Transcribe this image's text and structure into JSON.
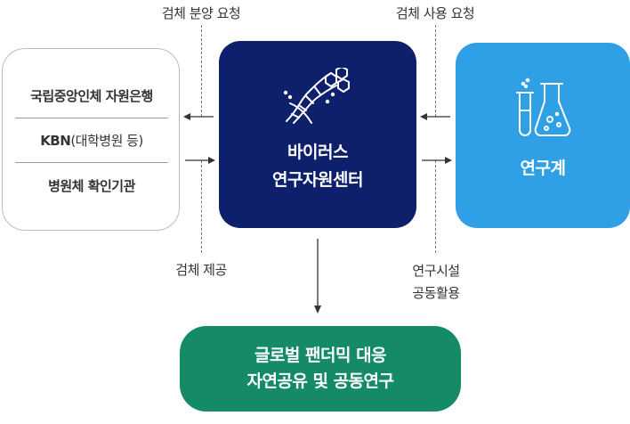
{
  "labels": {
    "top_left": "검체 분양 요청",
    "top_right": "검체 사용 요청",
    "bottom_left": "검체 제공",
    "bottom_right_line1": "연구시설",
    "bottom_right_line2": "공동활용"
  },
  "left_box": {
    "items": [
      {
        "text": "국립중앙인체 자원은행",
        "sub": ""
      },
      {
        "text": "KBN",
        "sub": "(대학병원 등)"
      },
      {
        "text": "병원체 확인기관",
        "sub": ""
      }
    ]
  },
  "center_box": {
    "icon": "dna-molecule-icon",
    "title_line1": "바이러스",
    "title_line2": "연구자원센터"
  },
  "right_box": {
    "icon": "flask-test-tube-icon",
    "title": "연구계"
  },
  "bottom_box": {
    "title_line1": "글로벌 팬더믹 대응",
    "title_line2": "자연공유 및 공동연구"
  },
  "colors": {
    "center": "#0e1f6b",
    "right": "#30a0e6",
    "bottom": "#148a66",
    "left_border": "#bdbdbd",
    "arrow": "#333333"
  }
}
